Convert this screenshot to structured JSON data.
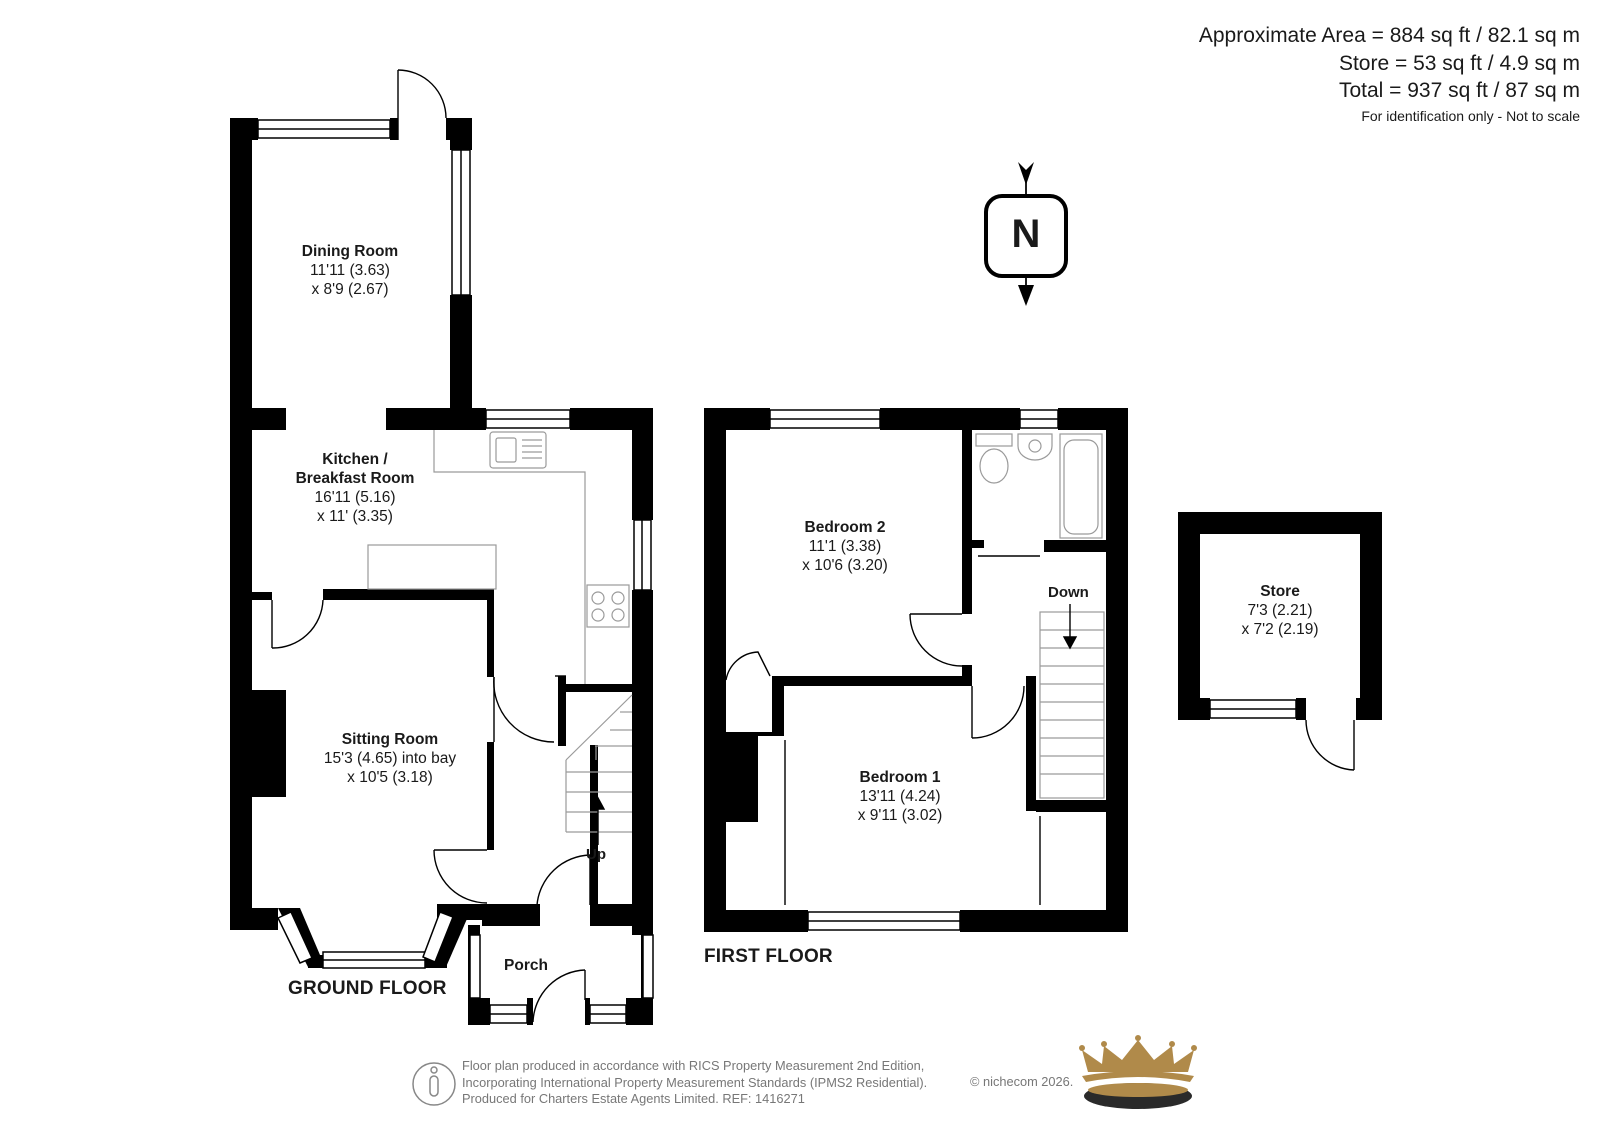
{
  "areas": {
    "approximate": "Approximate Area = 884 sq ft / 82.1 sq m",
    "store": "Store = 53 sq ft / 4.9 sq m",
    "total": "Total = 937 sq ft / 87 sq m",
    "note": "For identification only - Not to scale"
  },
  "compass": {
    "letter": "N"
  },
  "floors": {
    "ground": "GROUND FLOOR",
    "first": "FIRST FLOOR"
  },
  "rooms": {
    "dining": {
      "name": "Dining Room",
      "dim1": "11'11 (3.63)",
      "dim2": "x 8'9 (2.67)"
    },
    "kitchen": {
      "name1": "Kitchen /",
      "name2": "Breakfast Room",
      "dim1": "16'11 (5.16)",
      "dim2": "x 11' (3.35)"
    },
    "sitting": {
      "name": "Sitting Room",
      "dim1": "15'3 (4.65) into bay",
      "dim2": "x 10'5 (3.18)"
    },
    "porch": {
      "name": "Porch"
    },
    "bedroom2": {
      "name": "Bedroom 2",
      "dim1": "11'1 (3.38)",
      "dim2": "x 10'6 (3.20)"
    },
    "bedroom1": {
      "name": "Bedroom 1",
      "dim1": "13'11 (4.24)",
      "dim2": "x 9'11 (3.02)"
    },
    "store": {
      "name": "Store",
      "dim1": "7'3 (2.21)",
      "dim2": "x 7'2 (2.19)"
    }
  },
  "stairs": {
    "up": "Up",
    "down": "Down"
  },
  "footer": {
    "line1": "Floor plan produced in accordance with RICS Property Measurement 2nd Edition,",
    "line2": "Incorporating International Property Measurement Standards (IPMS2 Residential).",
    "line3": "Produced for Charters Estate Agents Limited.   REF: 1416271",
    "copyright": "© nichecom 2026."
  },
  "colors": {
    "wall": "#000000",
    "fixture": "#9a9a9a",
    "crown_gold": "#b08a4a",
    "crown_dark": "#2a2a2a"
  }
}
